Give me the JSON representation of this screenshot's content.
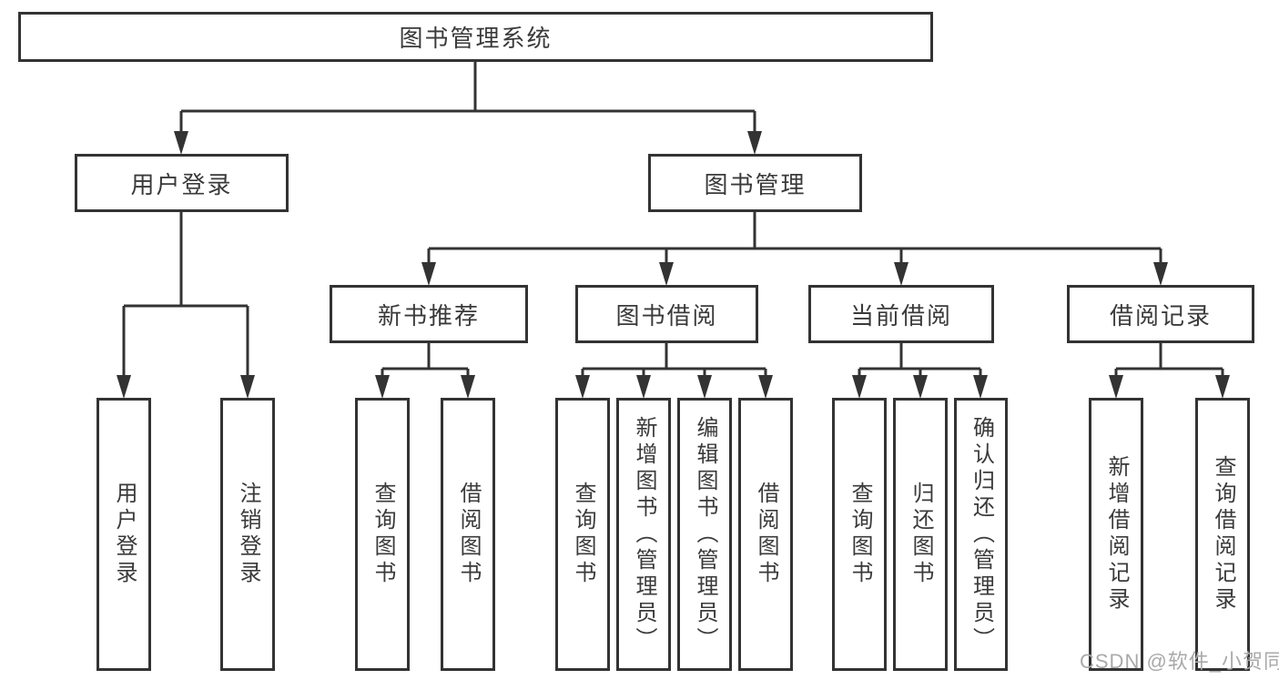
{
  "diagram": {
    "root": "图书管理系统",
    "branches": [
      {
        "label": "用户登录",
        "children": [
          "用户登录",
          "注销登录"
        ]
      },
      {
        "label": "图书管理",
        "children": [
          {
            "label": "新书推荐",
            "children": [
              "查询图书",
              "借阅图书"
            ]
          },
          {
            "label": "图书借阅",
            "children": [
              "查询图书",
              "新增图书（管理员）",
              "编辑图书（管理员）",
              "借阅图书"
            ]
          },
          {
            "label": "当前借阅",
            "children": [
              "查询图书",
              "归还图书",
              "确认归还（管理员）"
            ]
          },
          {
            "label": "借阅记录",
            "children": [
              "新增借阅记录",
              "查询借阅记录"
            ]
          }
        ]
      }
    ]
  },
  "watermark": "CSDN @软件_小贺同学",
  "colors": {
    "line": "#333333",
    "box_border": "#333333",
    "text": "#3a3a3a",
    "background": "#ffffff",
    "watermark": "#a9a9a9"
  }
}
